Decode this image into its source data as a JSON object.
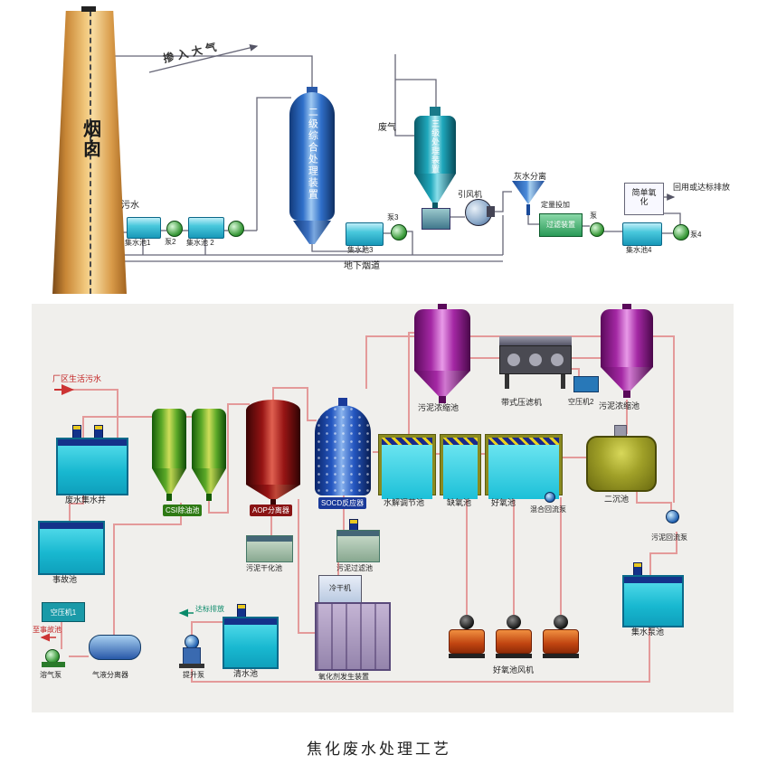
{
  "caption": "焦化废水处理工艺",
  "palette": {
    "chimney": "#f2c97e",
    "tower_blue": "#2f6fc9",
    "cyclone_teal": "#1fa8bc",
    "tank_cyan": "#18b8d0",
    "sludge_purple": "#a428a4",
    "csi_green": "#5aa828",
    "aop_red": "#961414",
    "clarifier_olive": "#a0a028",
    "pipe_pink": "#e49a9a"
  },
  "top": {
    "atmosphere": "掺入大气",
    "chimney": "烟囱",
    "sewage": "污水",
    "pool1": "集水池1",
    "pump2": "泵2",
    "pool2": "集水池 2",
    "tower": "二级综合处理装置",
    "pool3": "集水池3",
    "pump3": "泵3",
    "waste_gas": "废气",
    "cyclone": "三级处理装置",
    "fan": "引风机",
    "ash_water": "灰水分离",
    "dosing": "定量投加",
    "filter": "过滤装置",
    "pump": "泵",
    "oxidation": "简单氧化",
    "reuse": "回用或达标排放",
    "pool4": "集水池4",
    "pump4": "泵4",
    "underground": "地下烟道"
  },
  "bottom": {
    "plant_sewage": "厂区生活污水",
    "well": "废水集水井",
    "accident": "事故池",
    "csi": "CSI除油池",
    "aop": "AOP分离器",
    "socd": "SOCD反应器",
    "hydrolysis": "水解调节池",
    "anoxic": "缺氧池",
    "aerobic": "好氧池",
    "mixed_reflux": "混合回流泵",
    "clarifier": "二沉池",
    "thickener_left": "污泥浓缩池",
    "belt_press": "带式压滤机",
    "compressor2": "空压机2",
    "thickener_right": "污泥浓缩池",
    "sludge_reflux": "污泥回流泵",
    "sludge_drying": "污泥干化池",
    "sludge_filter": "污泥过滤池",
    "cold_dryer": "冷干机",
    "oxidant_gen": "氧化剂发生装置",
    "aerobic_fan": "好氧池风机",
    "pump_sump": "集水泵池",
    "compressor1": "空压机1",
    "gas_pump": "溶气泵",
    "separator": "气液分离器",
    "lift_pump": "提升泵",
    "clean_water": "清水池",
    "discharge": "达标排放",
    "to_accident": "至事故池"
  }
}
